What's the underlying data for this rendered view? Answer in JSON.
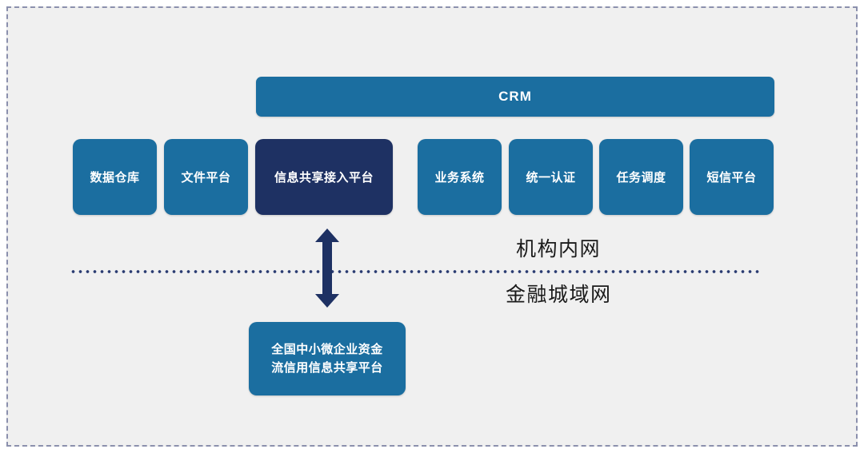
{
  "diagram": {
    "title_bar": {
      "label": "CRM",
      "color": "#1b6ea0"
    },
    "platform_row": [
      {
        "label": "数据仓库",
        "color": "#1b6ea0",
        "highlighted": false
      },
      {
        "label": "文件平台",
        "color": "#1b6ea0",
        "highlighted": false
      },
      {
        "label": "信息共享接入平台",
        "color": "#1e3163",
        "highlighted": true
      },
      {
        "label": "业务系统",
        "color": "#1b6ea0",
        "highlighted": false
      },
      {
        "label": "统一认证",
        "color": "#1b6ea0",
        "highlighted": false
      },
      {
        "label": "任务调度",
        "color": "#1b6ea0",
        "highlighted": false
      },
      {
        "label": "短信平台",
        "color": "#1b6ea0",
        "highlighted": false
      }
    ],
    "zones": {
      "upper_label": "机构内网",
      "lower_label": "金融城域网",
      "divider_color": "#2b3c72"
    },
    "external_platform": {
      "line1": "全国中小微企业资金",
      "line2": "流信用信息共享平台",
      "color": "#1b6ea0"
    },
    "connector": {
      "name": "double-headed-vertical-arrow",
      "color": "#1e3163"
    },
    "canvas": {
      "background": "#f0f0f0",
      "border_color": "#8b90ad"
    }
  }
}
